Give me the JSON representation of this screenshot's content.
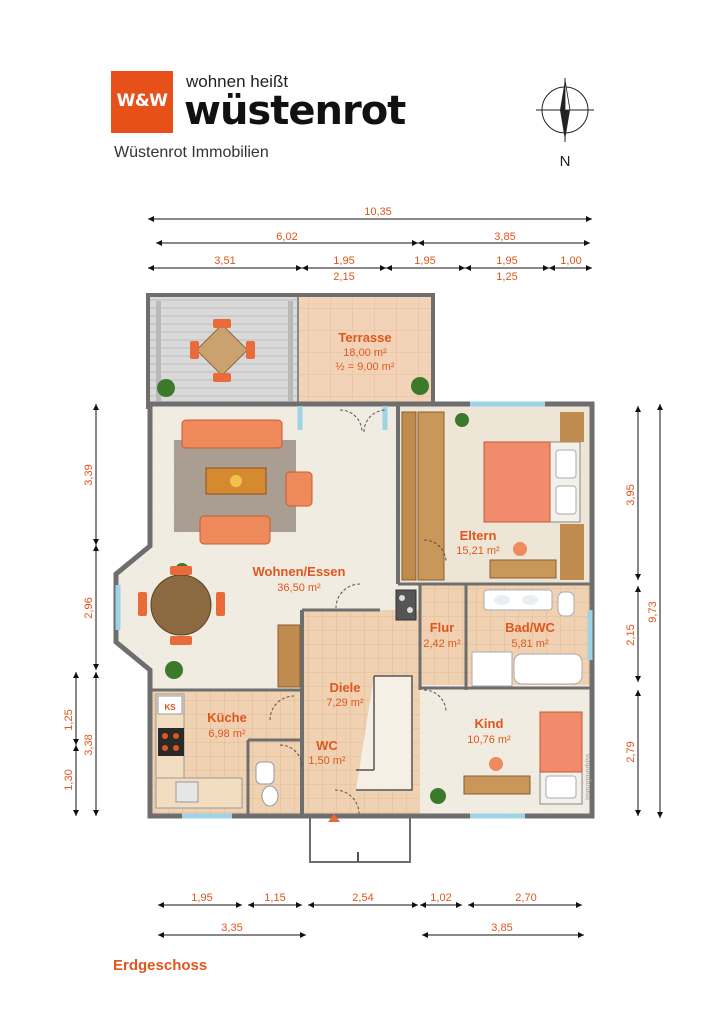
{
  "header": {
    "logo_mark": "W&W",
    "tagline": "wohnen heißt",
    "brand": "wüstenrot",
    "company": "Wüstenrot Immobilien",
    "north_label": "N"
  },
  "floor_label": "Erdgeschoss",
  "watermark": "Immogrundriss",
  "colors": {
    "accent": "#e0561e",
    "wall": "#6e6e6e",
    "floor": "#f1ece1",
    "tile": "#efcfae"
  },
  "rooms": {
    "terrasse": {
      "name": "Terrasse",
      "area": "18,00 m²",
      "note": "½ = 9,00 m²"
    },
    "eltern": {
      "name": "Eltern",
      "area": "15,21 m²"
    },
    "wohnen": {
      "name": "Wohnen/Essen",
      "area": "36,50 m²"
    },
    "flur": {
      "name": "Flur",
      "area": "2,42 m²"
    },
    "bad": {
      "name": "Bad/WC",
      "area": "5,81 m²"
    },
    "diele": {
      "name": "Diele",
      "area": "7,29 m²"
    },
    "kueche": {
      "name": "Küche",
      "area": "6,98 m²"
    },
    "kind": {
      "name": "Kind",
      "area": "10,76 m²"
    },
    "wc": {
      "name": "WC",
      "area": "1,50 m²"
    },
    "ks": "KS"
  },
  "dims": {
    "top_total": "10,35",
    "top_a": "6,02",
    "top_b": "3,85",
    "top_c1": "3,51",
    "top_c2": "1,95",
    "top_c2b": "2,15",
    "top_c3": "1,95",
    "top_c4": "1,95",
    "top_c4b": "1,25",
    "top_c5": "1,00",
    "left_1": "3,39",
    "left_2": "2,96",
    "left_3": "1,25",
    "left_4": "3,38",
    "left_5": "1,30",
    "right_1": "3,95",
    "right_2": "2,15",
    "right_3": "2,79",
    "right_total": "9,73",
    "bottom_1": "1,95",
    "bottom_2": "1,15",
    "bottom_3": "2,54",
    "bottom_4": "1,02",
    "bottom_5": "2,70",
    "bottom_6": "3,35",
    "bottom_7": "3,85"
  }
}
